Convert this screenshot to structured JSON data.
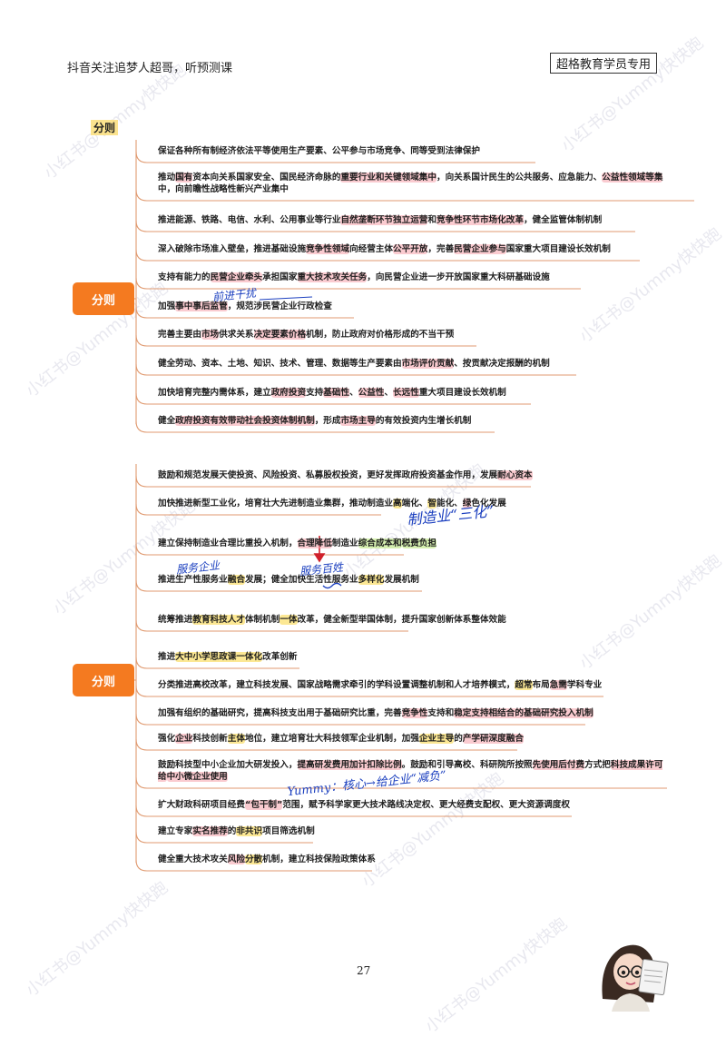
{
  "header": {
    "left_text": "抖音关注追梦人超哥，听预测课",
    "right_text": "超格教育学员专用"
  },
  "section_label": "分则",
  "watermark": "小红书@Yummy快快跑",
  "page_number": "27",
  "branch1": {
    "root": "分则",
    "items": [
      [
        {
          "t": "保证各种所有制经济依法平等使用生产要素、公平参与市场竞争、同等受到法律保护"
        }
      ],
      [
        {
          "t": "推动"
        },
        {
          "t": "国有",
          "hl": "r"
        },
        {
          "t": "资本向关系国家安全、国民经济命脉的"
        },
        {
          "t": "重要行业和关键领域集中",
          "hl": "r"
        },
        {
          "t": "，向关系国计民生的公共服务、应急能力、"
        },
        {
          "t": "公益性领域等集",
          "hl": "r"
        },
        {
          "t": "中，向前瞻性战略性新兴产业集中"
        }
      ],
      [
        {
          "t": "推进能源、铁路、电信、水利、公用事业等行业"
        },
        {
          "t": "自然垄断环节独立运营",
          "hl": "r"
        },
        {
          "t": "和"
        },
        {
          "t": "竞争性环节市场化改革",
          "hl": "r"
        },
        {
          "t": "，健全监管体制机制"
        }
      ],
      [
        {
          "t": "深入破除市场准入壁垒，推进基础设施"
        },
        {
          "t": "竞争性领域",
          "hl": "r"
        },
        {
          "t": "向经营主体"
        },
        {
          "t": "公平开放",
          "hl": "r"
        },
        {
          "t": "，完善"
        },
        {
          "t": "民营企业参与",
          "hl": "r"
        },
        {
          "t": "国家重大项目建设长效机制"
        }
      ],
      [
        {
          "t": "支持有能力的"
        },
        {
          "t": "民营企业牵头",
          "hl": "r"
        },
        {
          "t": "承担国家"
        },
        {
          "t": "重大技术攻关任务",
          "hl": "r"
        },
        {
          "t": "，向民营企业进一步开放国家重大科研基础设施"
        }
      ],
      [
        {
          "t": "加强"
        },
        {
          "t": "事中事后监管",
          "hl": "r"
        },
        {
          "t": "，规范涉民营企业行政检查"
        }
      ],
      [
        {
          "t": "完善主要由"
        },
        {
          "t": "市场",
          "hl": "r"
        },
        {
          "t": "供求关系"
        },
        {
          "t": "决定要素价格",
          "hl": "r"
        },
        {
          "t": "机制，防止政府对价格形成的不当干预"
        }
      ],
      [
        {
          "t": "健全劳动、资本、土地、知识、技术、管理、数据等生产要素由"
        },
        {
          "t": "市场评价贡献",
          "hl": "r"
        },
        {
          "t": "、按贡献决定报酬的机制"
        }
      ],
      [
        {
          "t": "加快培育完整内需体系，建立"
        },
        {
          "t": "政府投资",
          "hl": "r"
        },
        {
          "t": "支持"
        },
        {
          "t": "基础性",
          "hl": "r"
        },
        {
          "t": "、"
        },
        {
          "t": "公益性",
          "hl": "r"
        },
        {
          "t": "、"
        },
        {
          "t": "长远性",
          "hl": "r"
        },
        {
          "t": "重大项目建设长效机制"
        }
      ],
      [
        {
          "t": "健全"
        },
        {
          "t": "政府投资有效带动社会投资体制机制",
          "hl": "r"
        },
        {
          "t": "，形成"
        },
        {
          "t": "市场主导",
          "hl": "r"
        },
        {
          "t": "的有效投资内生增长机制"
        }
      ]
    ]
  },
  "branch2": {
    "root": "分则",
    "items": [
      [
        {
          "t": "鼓励和规范发展天使投资、风险投资、私募股权投资，更好发挥政府投资基金作用，发展"
        },
        {
          "t": "耐心资本",
          "hl": "r"
        }
      ],
      [
        {
          "t": "加快推进新型工业化，培育壮大先进制造业集群，推动制造业"
        },
        {
          "t": "高",
          "hl": "y"
        },
        {
          "t": "端化、"
        },
        {
          "t": "智",
          "hl": "y"
        },
        {
          "t": "能化、"
        },
        {
          "t": "绿",
          "hl": "r"
        },
        {
          "t": "色化发展"
        }
      ],
      [
        {
          "t": "建立保持制造业合理比重投入机制，"
        },
        {
          "t": "合理降低",
          "hl": "r"
        },
        {
          "t": "制造业"
        },
        {
          "t": "综合成本和",
          "hl": "g"
        },
        {
          "t": "税费负担",
          "hl": "g"
        }
      ],
      [
        {
          "t": "推进生产性服务业"
        },
        {
          "t": "融合",
          "hl": "y"
        },
        {
          "t": "发展；健全加快生活性服务业"
        },
        {
          "t": "多样化",
          "hl": "y"
        },
        {
          "t": "发展机制"
        }
      ],
      [
        {
          "t": "统筹推进"
        },
        {
          "t": "教育科技人才",
          "hl": "y"
        },
        {
          "t": "体制机制"
        },
        {
          "t": "一体",
          "hl": "y"
        },
        {
          "t": "改革，健全新型举国体制，提升国家创新体系整体效能"
        }
      ],
      [
        {
          "t": "推进"
        },
        {
          "t": "大中小学思政课一体化",
          "hl": "y"
        },
        {
          "t": "改革创新"
        }
      ],
      [
        {
          "t": "分类推进高校改革，建立科技发展、国家战略需求牵引的学科设置调整机制和人才培养模式，"
        },
        {
          "t": "超常",
          "hl": "y"
        },
        {
          "t": "布局"
        },
        {
          "t": "急需",
          "hl": "r"
        },
        {
          "t": "学科专业"
        }
      ],
      [
        {
          "t": "加强有组织的基础研究，提高科技支出用于基础研究比重，完善"
        },
        {
          "t": "竞争性",
          "hl": "r"
        },
        {
          "t": "支持和"
        },
        {
          "t": "稳定支持相结合的基础研究投入机制",
          "hl": "r"
        }
      ],
      [
        {
          "t": "强化"
        },
        {
          "t": "企业",
          "hl": "r"
        },
        {
          "t": "科技创新"
        },
        {
          "t": "主体",
          "hl": "y"
        },
        {
          "t": "地位，建立培育壮大科技领军企业机制，加强"
        },
        {
          "t": "企业主导",
          "hl": "y"
        },
        {
          "t": "的"
        },
        {
          "t": "产学研深度融合",
          "hl": "r"
        }
      ],
      [
        {
          "t": "鼓励科技型中小企业加大研发投入，"
        },
        {
          "t": "提高研发费用加计扣除比例",
          "hl": "r"
        },
        {
          "t": "。鼓励和引导高校、科研院所按照"
        },
        {
          "t": "先使用后付费",
          "hl": "r"
        },
        {
          "t": "方式把"
        },
        {
          "t": "科技成果许可给",
          "hl": "r"
        },
        {
          "t": "中小微企业使用",
          "hl": "r"
        }
      ],
      [
        {
          "t": "扩大财政科研项目经费"
        },
        {
          "t": "“包干制”",
          "hl": "r"
        },
        {
          "t": "范围，赋予科学家更大技术路线决定权、更大经费支配权、更大资源调度权"
        }
      ],
      [
        {
          "t": "建立专家"
        },
        {
          "t": "实名推荐",
          "hl": "r"
        },
        {
          "t": "的"
        },
        {
          "t": "非共识",
          "hl": "y"
        },
        {
          "t": "项目筛选机制"
        }
      ],
      [
        {
          "t": "健全重大技术攻关"
        },
        {
          "t": "风险",
          "hl": "r"
        },
        {
          "t": "分散",
          "hl": "y"
        },
        {
          "t": "机制，建立科技保险政策体系"
        }
      ]
    ]
  },
  "handwritten_notes": {
    "note_supervision": "前进干扰",
    "note_manufacturing": "制造业“三化”",
    "note_productive": "服务企业",
    "note_living": "服务百姓",
    "note_yummy": "Yummy：核心→给企业“减负”"
  },
  "colors": {
    "root_orange": "#f47a20",
    "connector": "#e09a70",
    "highlight_red": "#f5a0aa",
    "highlight_yellow": "#fadc5a",
    "highlight_green": "#c8eb96",
    "pen_blue": "#1b3fbf"
  },
  "icons": {
    "avatar": "cartoon-reading-girl-sticker"
  }
}
